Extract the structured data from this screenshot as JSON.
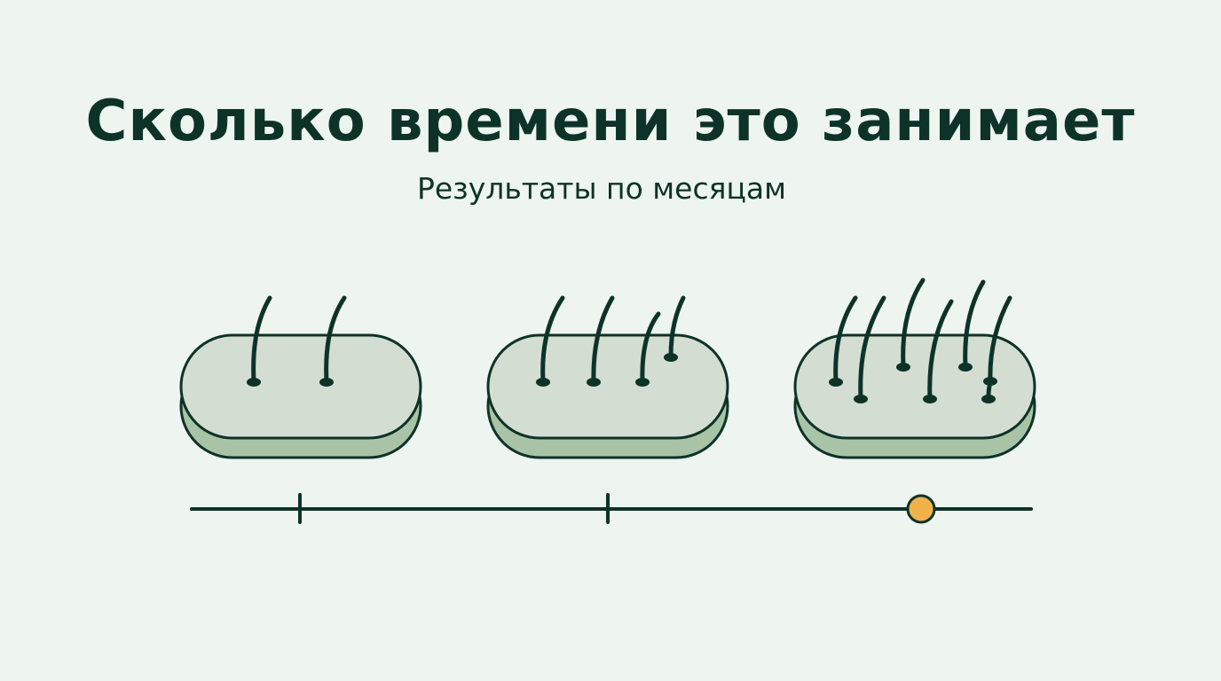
{
  "header": {
    "title": "Сколько времени это занимает",
    "subtitle": "Результаты по месяцам"
  },
  "stages": [
    {
      "name": "stage-1",
      "hair_count": 2
    },
    {
      "name": "stage-2",
      "hair_count": 4
    },
    {
      "name": "stage-3",
      "hair_count": 7
    }
  ],
  "timeline": {
    "tick_count": 2,
    "current_stage": 3
  },
  "colors": {
    "background": "#eef4ef",
    "ink": "#0d3328",
    "capsule_top": "#d3ddd1",
    "capsule_base": "#a9c3a6",
    "marker": "#f2b24b"
  }
}
